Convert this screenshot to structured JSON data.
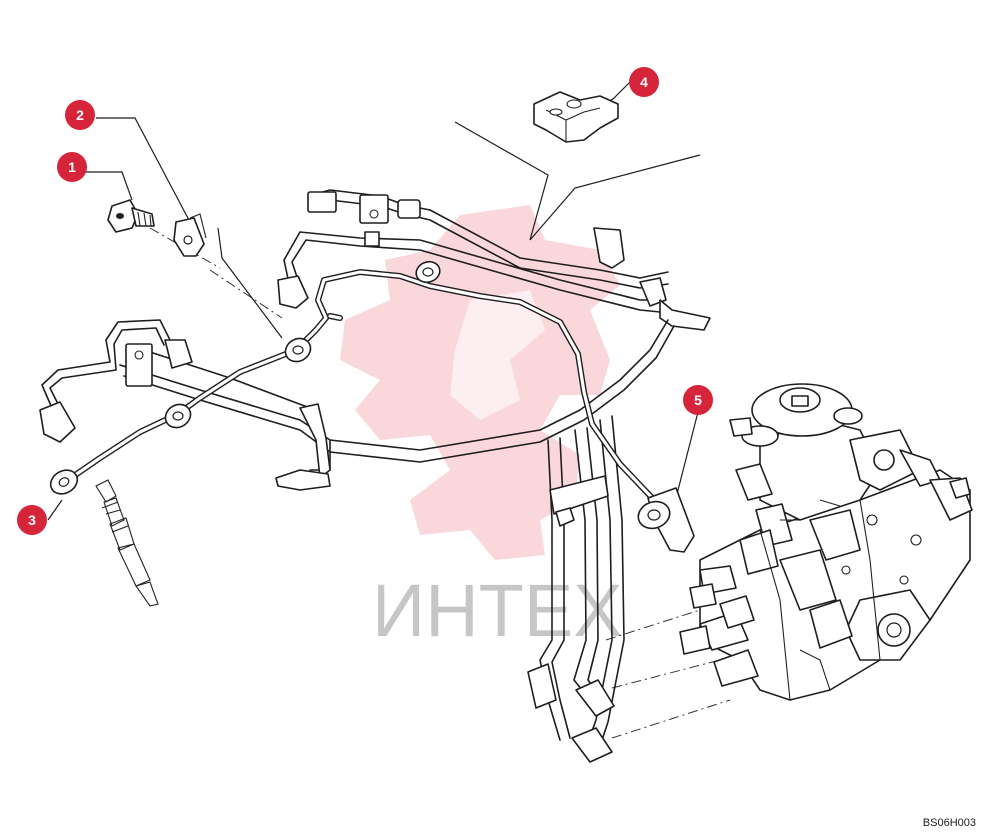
{
  "diagram": {
    "callouts": [
      {
        "id": "callout-1",
        "label": "1"
      },
      {
        "id": "callout-2",
        "label": "2"
      },
      {
        "id": "callout-3",
        "label": "3"
      },
      {
        "id": "callout-4",
        "label": "4"
      },
      {
        "id": "callout-5",
        "label": "5"
      }
    ],
    "watermark_text": "ИНТЕХ",
    "drawing_code": "BS06H003",
    "colors": {
      "callout": "#d6253a",
      "line": "#1e1e1e",
      "watermark_logo": "#e8707c",
      "watermark_text": "#bdbdbd"
    }
  }
}
